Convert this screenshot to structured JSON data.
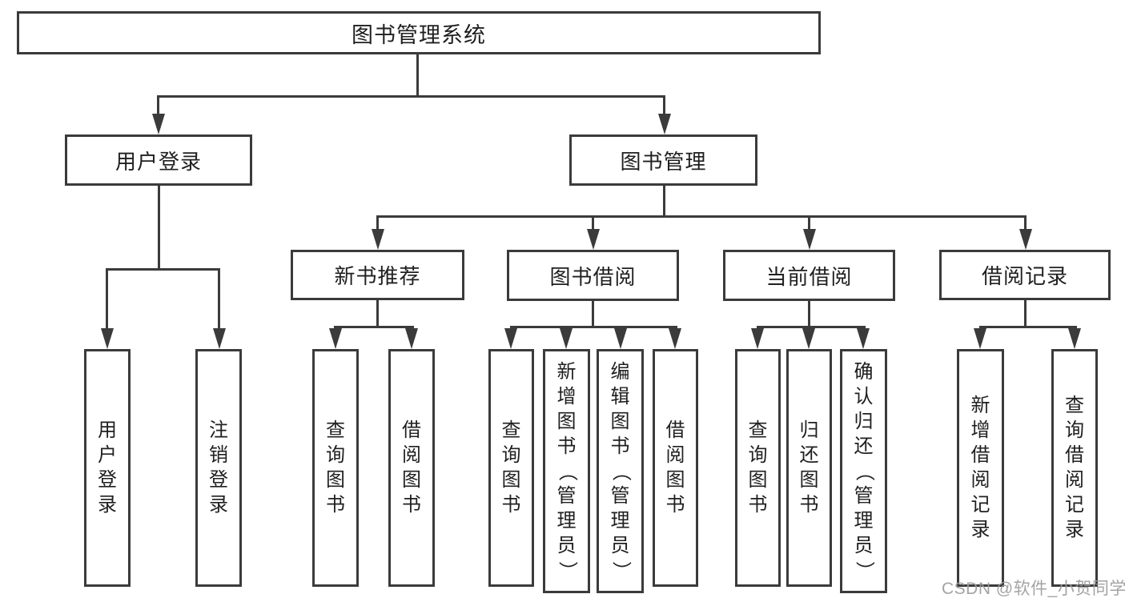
{
  "tree": {
    "root": {
      "label": "图书管理系统",
      "children": [
        {
          "label": "用户登录",
          "children": [
            {
              "label": "用户登录"
            },
            {
              "label": "注销登录"
            }
          ]
        },
        {
          "label": "图书管理",
          "children": [
            {
              "label": "新书推荐",
              "children": [
                {
                  "label": "查询图书"
                },
                {
                  "label": "借阅图书"
                }
              ]
            },
            {
              "label": "图书借阅",
              "children": [
                {
                  "label": "查询图书"
                },
                {
                  "label": "新增图书（管理员）"
                },
                {
                  "label": "编辑图书（管理员）"
                },
                {
                  "label": "借阅图书"
                }
              ]
            },
            {
              "label": "当前借阅",
              "children": [
                {
                  "label": "查询图书"
                },
                {
                  "label": "归还图书"
                },
                {
                  "label": "确认归还（管理员）"
                }
              ]
            },
            {
              "label": "借阅记录",
              "children": [
                {
                  "label": "新增借阅记录"
                },
                {
                  "label": "查询借阅记录"
                }
              ]
            }
          ]
        }
      ]
    }
  },
  "watermark": {
    "text": "CSDN @软件_小贺同学"
  },
  "colors": {
    "line": "#3b3b3b",
    "text": "#1f1f1f",
    "background": "#ffffff",
    "watermark": "#9b9b9b"
  }
}
